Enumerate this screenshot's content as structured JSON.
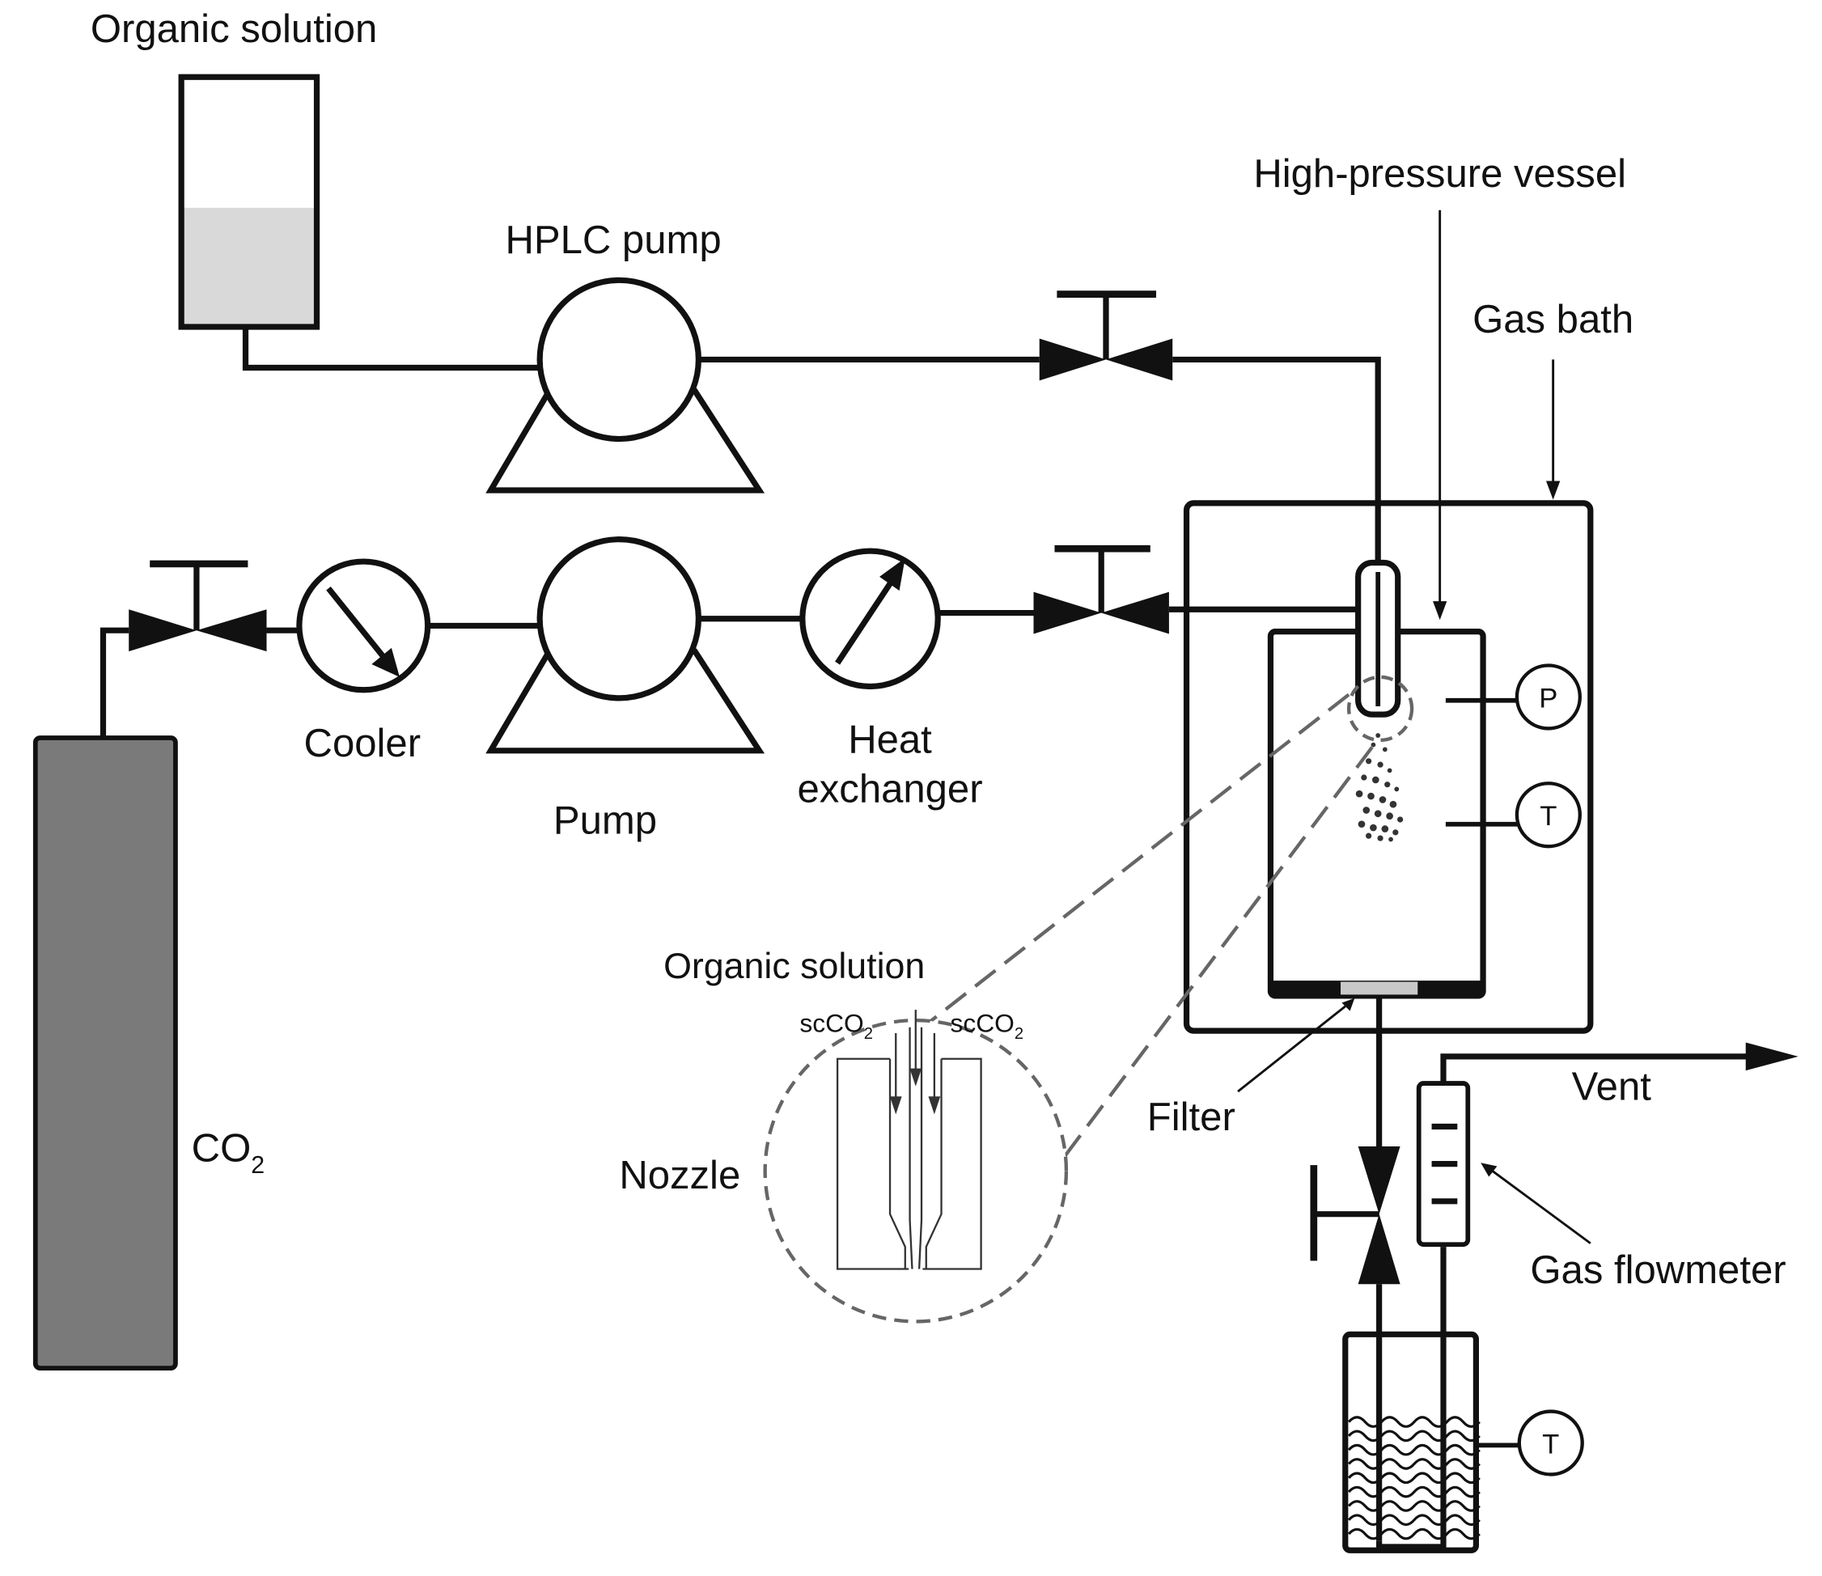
{
  "labels": {
    "organic_solution_top": "Organic solution",
    "hplc_pump": "HPLC pump",
    "high_pressure_vessel": "High-pressure vessel",
    "gas_bath": "Gas bath",
    "cooler": "Cooler",
    "pump": "Pump",
    "heat_exchanger_line1": "Heat",
    "heat_exchanger_line2": "exchanger",
    "co2_main": "CO",
    "co2_sub": "2",
    "organic_solution_inset": "Organic solution",
    "scco2_left_main": "scCO",
    "scco2_left_sub": "2",
    "scco2_right_main": "scCO",
    "scco2_right_sub": "2",
    "nozzle": "Nozzle",
    "filter": "Filter",
    "vent": "Vent",
    "gas_flowmeter": "Gas flowmeter"
  },
  "gauges": {
    "pressure": "P",
    "temperature_vessel": "T",
    "temperature_trap": "T"
  },
  "colors": {
    "line": "#111111",
    "cylinder_fill": "#7a7a7a",
    "liquid_fill": "#d9d9d9",
    "filter_fill": "#c8c8c8",
    "inset_line": "#666666"
  }
}
